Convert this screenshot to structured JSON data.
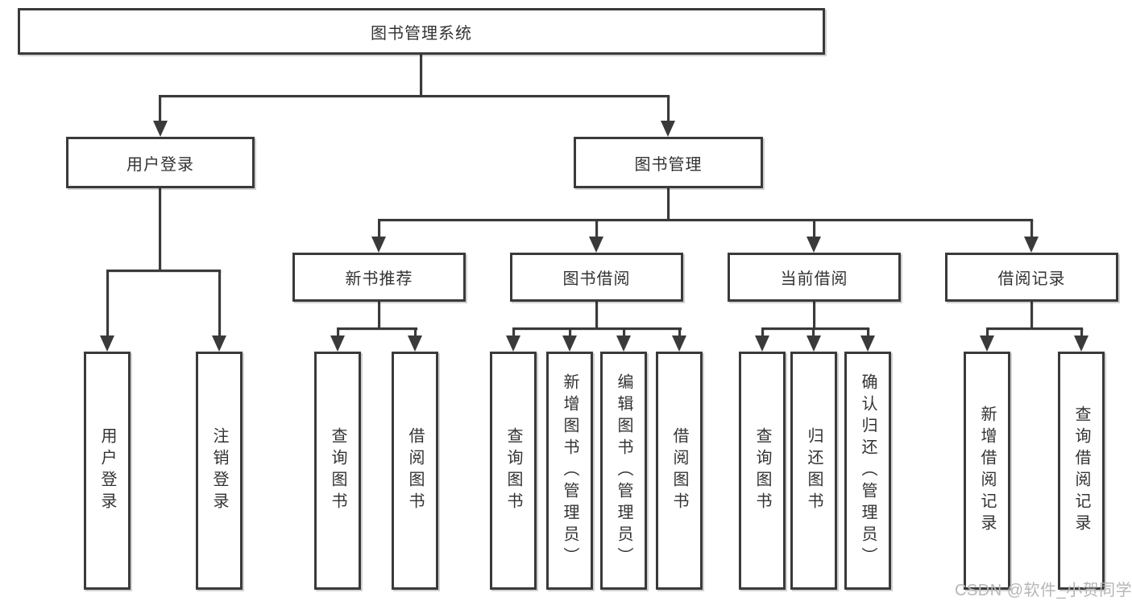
{
  "diagram": {
    "root": "图书管理系统",
    "level2": {
      "user_login": "用户登录",
      "book_management": "图书管理"
    },
    "level3": {
      "new_books": "新书推荐",
      "book_borrow": "图书借阅",
      "current_borrow": "当前借阅",
      "borrow_records": "借阅记录"
    },
    "leaves": {
      "user_login": "用户登录",
      "logout": "注销登录",
      "nb_query": "查询图书",
      "nb_borrow": "借阅图书",
      "bb_query": "查询图书",
      "bb_add": "新增图书（管理员）",
      "bb_edit": "编辑图书（管理员）",
      "bb_borrow": "借阅图书",
      "cb_query": "查询图书",
      "cb_return": "归还图书",
      "cb_confirm": "确认归还（管理员）",
      "br_add": "新增借阅记录",
      "br_query": "查询借阅记录"
    }
  },
  "watermark": "CSDN @软件_小贺同学",
  "colors": {
    "line": "#3a3a3a",
    "text": "#333333",
    "box_bg": "#ffffff",
    "watermark": "#b6b6b6"
  }
}
